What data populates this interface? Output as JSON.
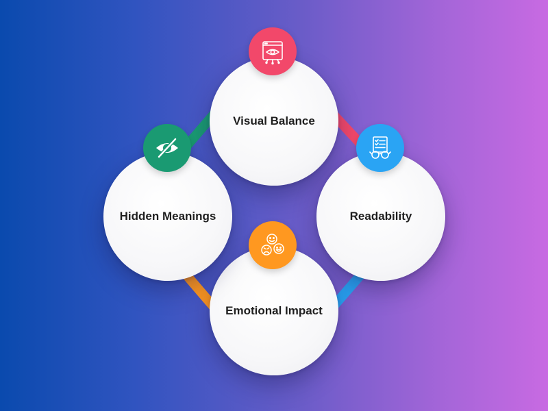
{
  "background": {
    "gradient_start": "#0a4aae",
    "gradient_end": "#c86ae2"
  },
  "nodes": [
    {
      "id": "visual-balance",
      "label": "Visual Balance",
      "icon": "eye-browser-icon",
      "accent": "#f2486a"
    },
    {
      "id": "readability",
      "label": "Readability",
      "icon": "document-glasses-icon",
      "accent": "#2aa4f4"
    },
    {
      "id": "emotional-impact",
      "label": "Emotional Impact",
      "icon": "faces-icon",
      "accent": "#ff9820"
    },
    {
      "id": "hidden-meanings",
      "label": "Hidden Meanings",
      "icon": "eye-slash-icon",
      "accent": "#1a9a72"
    }
  ],
  "connectors": [
    {
      "from": "visual-balance",
      "to": "readability",
      "color": "#f2486a"
    },
    {
      "from": "readability",
      "to": "emotional-impact",
      "color": "#2aa4f4"
    },
    {
      "from": "emotional-impact",
      "to": "hidden-meanings",
      "color": "#ff9820"
    },
    {
      "from": "hidden-meanings",
      "to": "visual-balance",
      "color": "#1a9a72"
    }
  ]
}
